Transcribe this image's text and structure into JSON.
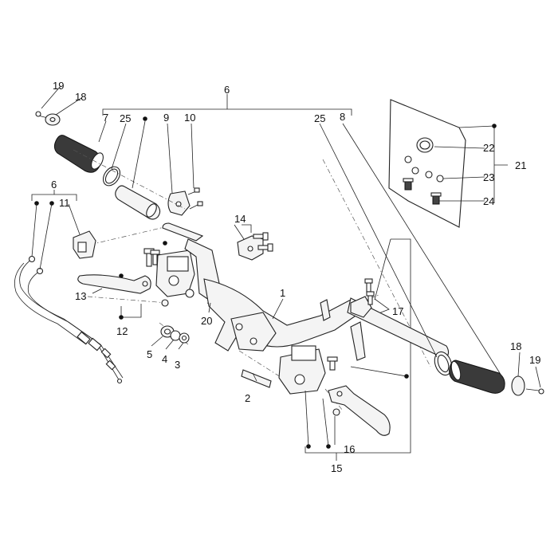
{
  "diagram": {
    "callouts": {
      "c1": "1",
      "c2": "2",
      "c3": "3",
      "c4": "4",
      "c5": "5",
      "c6_top": "6",
      "c6_left": "6",
      "c7": "7",
      "c8": "8",
      "c9": "9",
      "c10": "10",
      "c11": "11",
      "c12": "12",
      "c13": "13",
      "c14": "14",
      "c15": "15",
      "c16": "16",
      "c17": "17",
      "c18_left": "18",
      "c18_right": "18",
      "c19_left": "19",
      "c19_right": "19",
      "c20": "20",
      "c21": "21",
      "c22": "22",
      "c23": "23",
      "c24": "24",
      "c25_left": "25",
      "c25_right": "25"
    },
    "colors": {
      "line": "#222222",
      "grip": "#3a3a3a",
      "background": "#ffffff"
    }
  }
}
